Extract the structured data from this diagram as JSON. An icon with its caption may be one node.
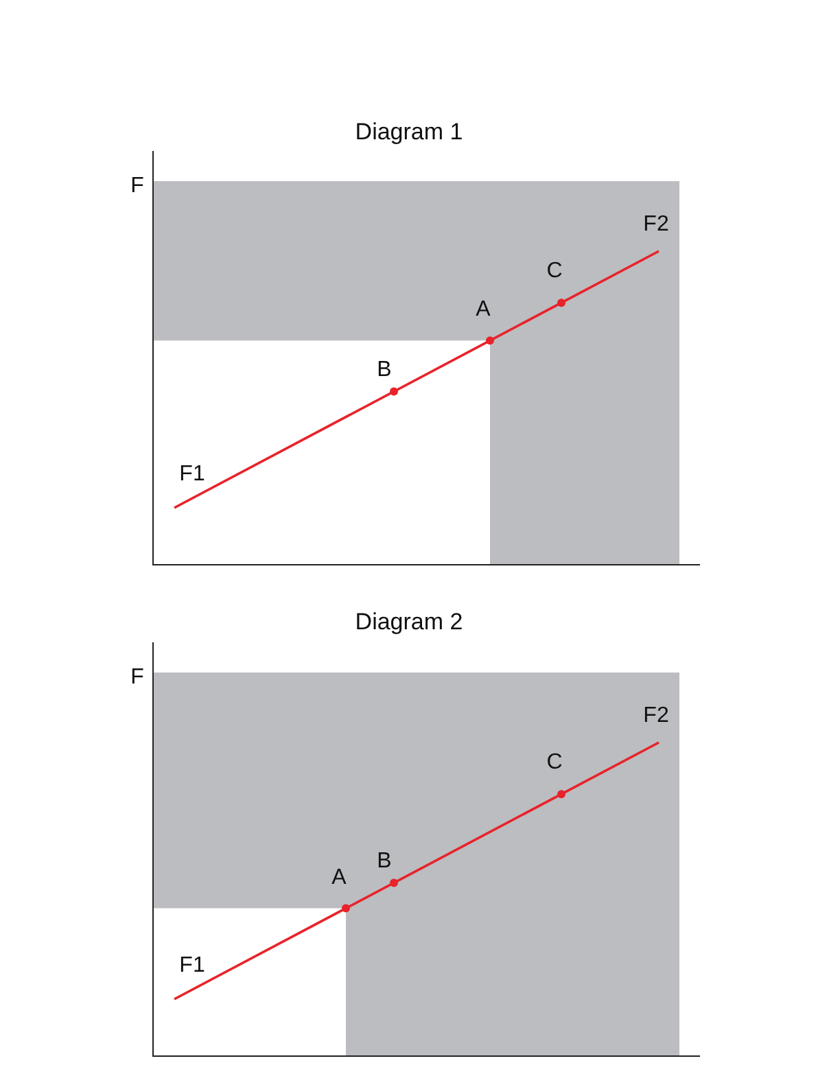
{
  "diagram": {
    "labels": [
      "Diagram 1",
      "F",
      "F2",
      "C",
      "A",
      "B",
      "F1",
      "Diagram 2",
      "F",
      "F2",
      "C",
      "A",
      "B",
      "F1"
    ]
  }
}
